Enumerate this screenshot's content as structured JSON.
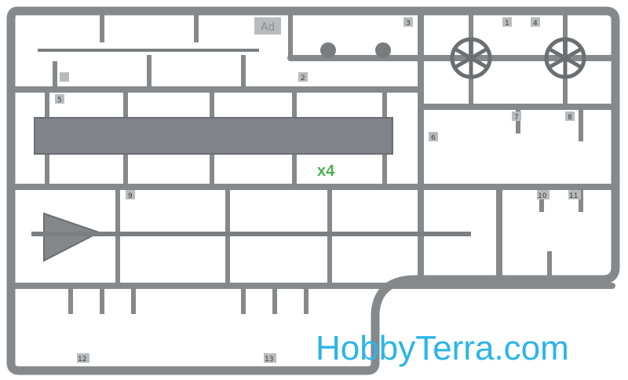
{
  "sprue": {
    "letter": "Ad",
    "quantity": "x4",
    "part_numbers": [
      "1",
      "2",
      "3",
      "4",
      "5",
      "6",
      "7",
      "8",
      "9",
      "10",
      "11",
      "12",
      "13"
    ]
  },
  "watermark": {
    "text": "HobbyTerra.com"
  },
  "colors": {
    "plastic": "#85898c",
    "plastic_dark": "#6b6f72",
    "quantity": "#4caf50",
    "watermark": "#2bb5e8",
    "background": "#ffffff"
  }
}
